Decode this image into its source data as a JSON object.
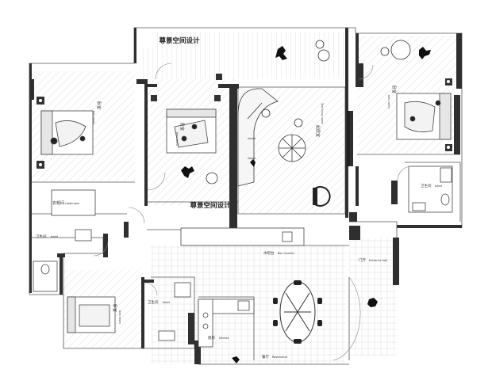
{
  "watermark": {
    "top": "尊景空间设计",
    "center": "尊景空间设计"
  },
  "rooms": {
    "bedroom_left": {
      "cn": "卧室",
      "en": "bed room"
    },
    "bedroom_mid": {
      "cn": "卧室",
      "en": "bed room"
    },
    "bedroom_right": {
      "cn": "卧室",
      "en": "bed room"
    },
    "bedroom_bottom": {
      "cn": "卧室",
      "en": "bed room"
    },
    "living": {
      "cn": "起居室",
      "en": "Tea living room"
    },
    "cloakroom": {
      "cn": "衣帽间",
      "en": "cloakroom"
    },
    "toilet_left": {
      "cn": "卫生间",
      "en": "toilet"
    },
    "toilet_right": {
      "cn": "卫生间",
      "en": "toilet"
    },
    "toilet_mid": {
      "cn": "卫生间",
      "en": "toilet"
    },
    "bar": {
      "cn": "水吧台",
      "en": "Bar Counter"
    },
    "entry": {
      "cn": "门厅",
      "en": "Entrance hall"
    },
    "kitchen": {
      "cn": "厨房",
      "en": "kitchen"
    },
    "restaurant": {
      "cn": "餐厅",
      "en": "Restaurant"
    }
  }
}
